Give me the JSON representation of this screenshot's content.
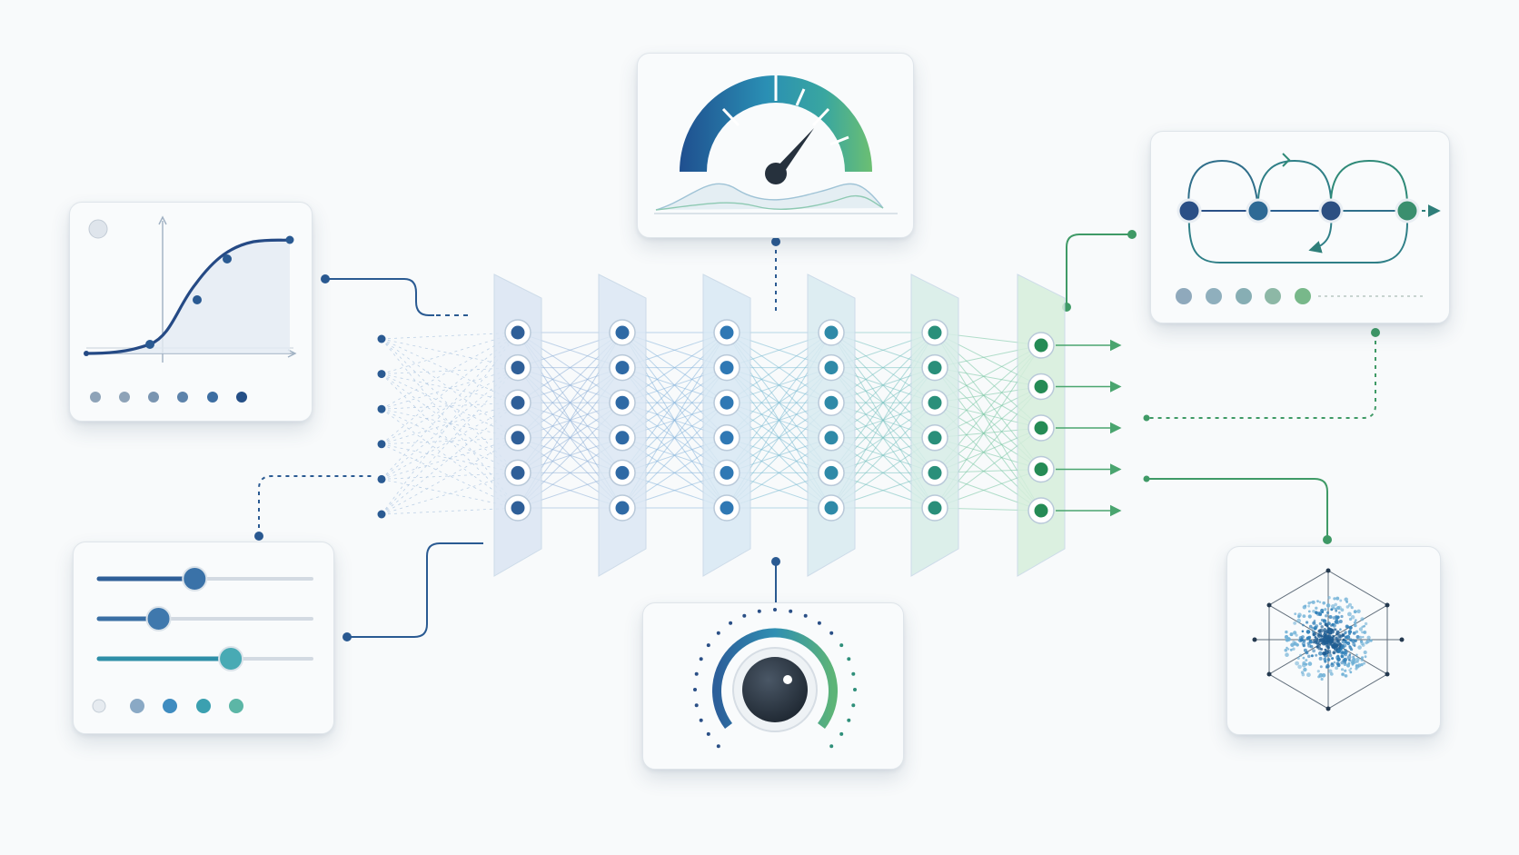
{
  "colors": {
    "navy": "#2a4f86",
    "blue": "#2f6fa8",
    "mid_blue": "#3f86c0",
    "teal": "#2b9a9b",
    "green": "#3a9a66",
    "light_green": "#6cc08a",
    "knob": "#26313d",
    "card_bg": "#f9fbfc",
    "line_gray": "#c9d2da"
  },
  "network": {
    "input_dots": 6,
    "layers": [
      {
        "nodes": 6,
        "color": "#2f5f98"
      },
      {
        "nodes": 6,
        "color": "#2f6aa5"
      },
      {
        "nodes": 6,
        "color": "#2f78b4"
      },
      {
        "nodes": 6,
        "color": "#2f8aa8"
      },
      {
        "nodes": 6,
        "color": "#2a8f7a"
      },
      {
        "nodes": 5,
        "color": "#258b55"
      }
    ],
    "output_arrows": 5
  },
  "cards": {
    "sigmoid_curve": {
      "icon": "sigmoid-curve-chart",
      "footer_dots": 6
    },
    "gauge": {
      "icon": "speedometer-gauge"
    },
    "state_flow": {
      "icon": "state-transition-flow",
      "footer_dots": 5
    },
    "sliders": {
      "icon": "parameter-sliders",
      "levels": [
        0.45,
        0.28,
        0.62
      ],
      "footer_dots": 5
    },
    "knob": {
      "icon": "tuning-knob"
    },
    "embedding": {
      "icon": "point-cloud-embedding"
    }
  }
}
